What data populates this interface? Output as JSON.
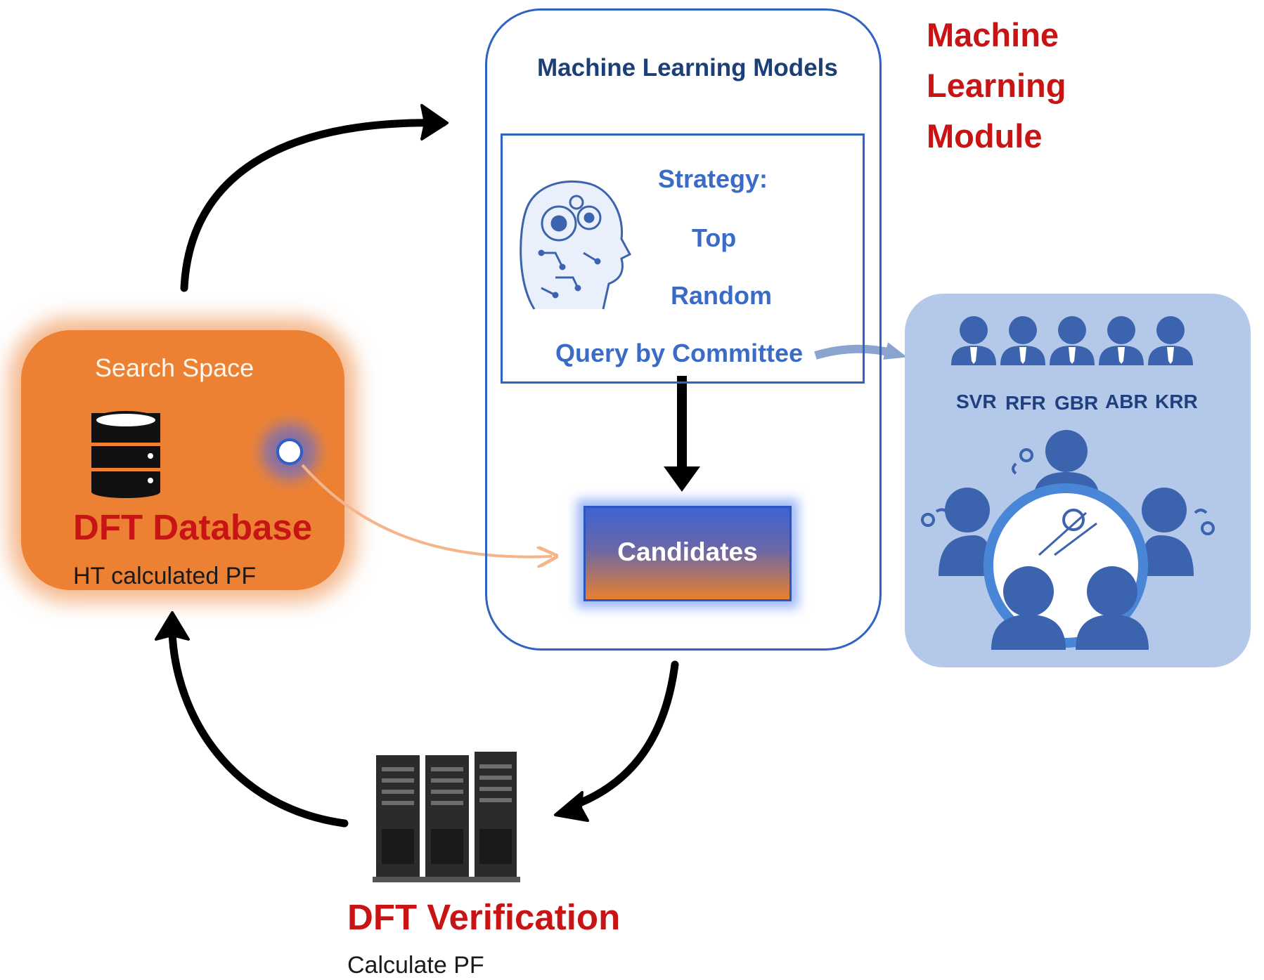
{
  "database": {
    "search_space": "Search Space",
    "title": "DFT Database",
    "subtitle": "HT calculated PF"
  },
  "ml": {
    "title": "Machine Learning Models",
    "strategy_heading": "Strategy:",
    "strategies": [
      "Top",
      "Random",
      "Query by Committee"
    ],
    "candidates": "Candidates"
  },
  "module": {
    "lines": [
      "Machine",
      "Learning",
      "Module"
    ]
  },
  "committee": {
    "models": [
      "SVR",
      "RFR",
      "GBR",
      "ABR",
      "KRR"
    ]
  },
  "verification": {
    "title": "DFT Verification",
    "subtitle": "Calculate PF"
  },
  "colors": {
    "orange": "#ec8134",
    "red_text": "#c81414",
    "blue": "#2e63c4",
    "committee_bg": "#b4c9ea",
    "person": "#3c64ae"
  },
  "icons": [
    "database-icon",
    "brain-gears-icon",
    "server-rack-icon",
    "person-icon",
    "round-table-icon"
  ]
}
